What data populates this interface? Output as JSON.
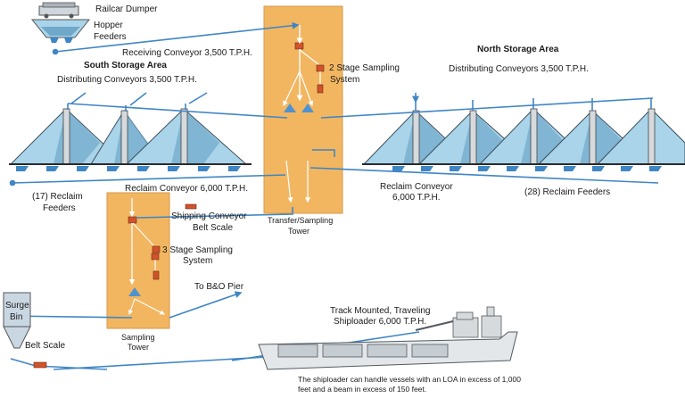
{
  "labels": {
    "railcar_dumper": "Railcar Dumper",
    "hopper_line1": "Hopper",
    "hopper_line2": "Feeders",
    "receiving_conveyor": "Receiving Conveyor 3,500 T.P.H.",
    "south_storage_area": "South Storage Area",
    "south_distributing": "Distributing Conveyors 3,500 T.P.H.",
    "north_storage_area": "North Storage Area",
    "north_distributing": "Distributing Conveyors 3,500 T.P.H.",
    "two_stage_line1": "2 Stage Sampling",
    "two_stage_line2": "System",
    "reclaim_conveyor_south": "Reclaim Conveyor 6,000 T.P.H.",
    "reclaim_feeders_17_line1": "(17) Reclaim",
    "reclaim_feeders_17_line2": "Feeders",
    "reclaim_conveyor_north_line1": "Reclaim Conveyor",
    "reclaim_conveyor_north_line2": "6,000 T.P.H.",
    "reclaim_feeders_28": "(28) Reclaim Feeders",
    "transfer_tower_line1": "Transfer/Sampling",
    "transfer_tower_line2": "Tower",
    "shipping_scale_line1": "Shipping Conveyor",
    "shipping_scale_line2": "Belt Scale",
    "three_stage_line1": "3 Stage Sampling",
    "three_stage_line2": "System",
    "to_bo_pier": "To B&O Pier",
    "sampling_tower_line1": "Sampling",
    "sampling_tower_line2": "Tower",
    "surge_bin_line1": "Surge",
    "surge_bin_line2": "Bin",
    "belt_scale": "Belt Scale",
    "shiploader_line1": "Track Mounted, Traveling",
    "shiploader_line2": "Shiploader 6,000 T.P.H.",
    "footnote_line1": "The shiploader can handle vessels with an LOA in excess of 1,000",
    "footnote_line2": "feet and a beam in excess of 150 feet."
  },
  "colors": {
    "tower_fill": "#f2b661",
    "tower_edge": "#d49a4a",
    "pile_fill": "#a9d4ea",
    "pile_dark": "#6fa8c9",
    "conveyor_blue": "#3f86c4",
    "equipment_red": "#d2522b",
    "ship_fill": "#e3e7ea",
    "ship_edge": "#555a60"
  }
}
